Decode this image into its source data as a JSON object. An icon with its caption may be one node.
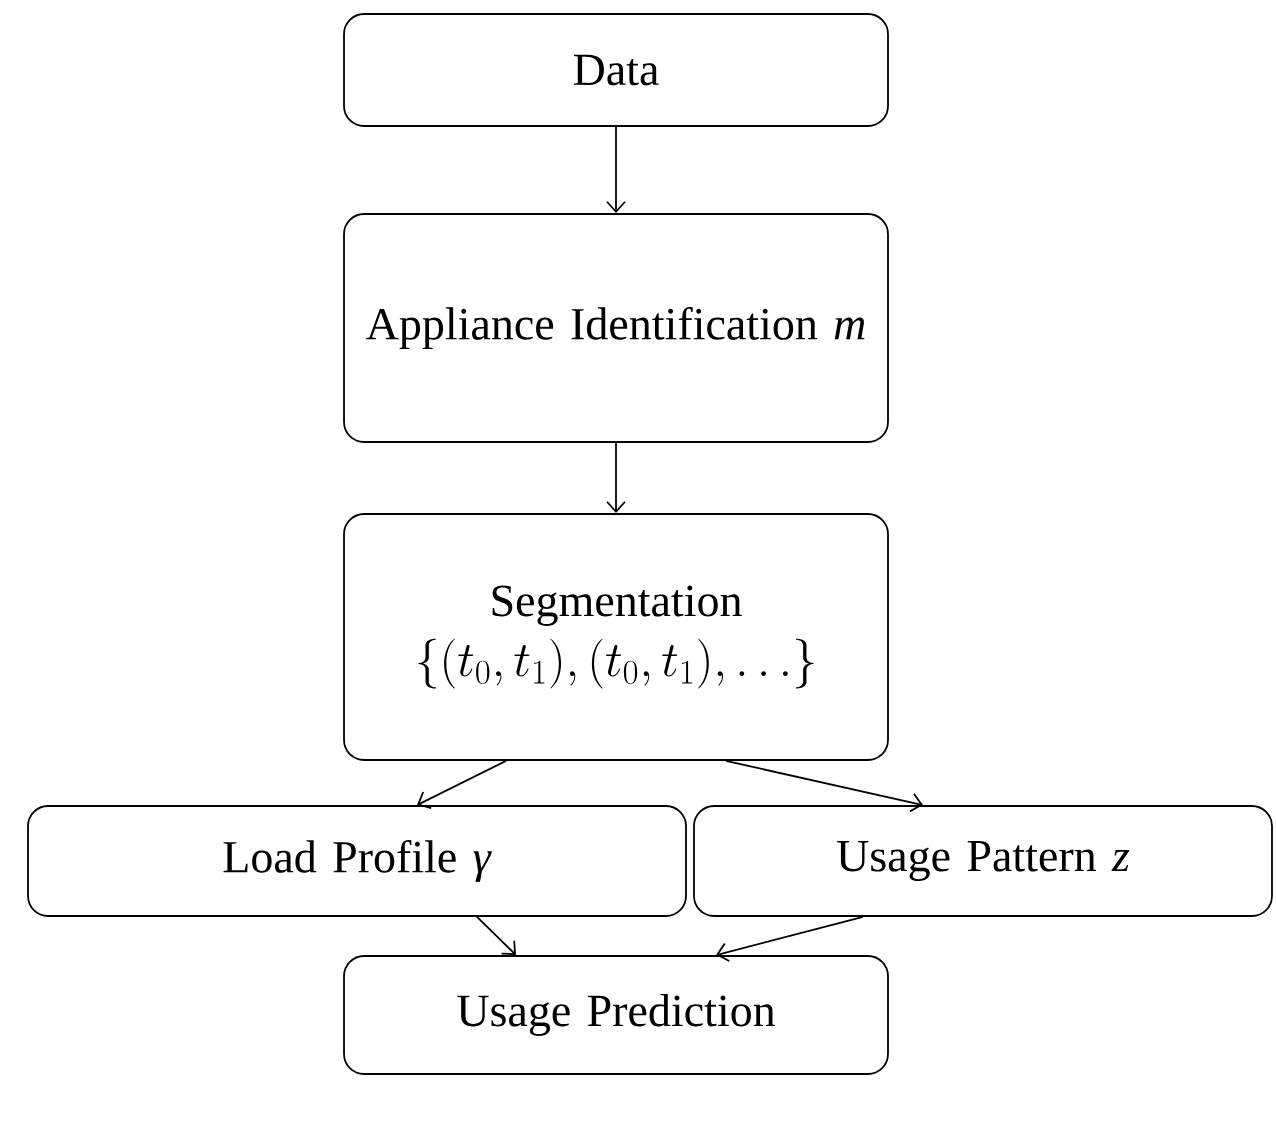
{
  "diagram": {
    "nodes": [
      {
        "text": [
          "Data"
        ]
      },
      {
        "text": [
          "Appliance Identification *m*"
        ]
      },
      {
        "text": [
          "Segmentation",
          "\\{(t_0,t_1),(t_0,t_1),\\dots\\}"
        ]
      },
      {
        "text": [
          "Load Profile *γ*"
        ]
      },
      {
        "text": [
          "Usage Pattern *z*"
        ]
      },
      {
        "text": [
          "Usage Prediction"
        ]
      }
    ],
    "edges": [
      {
        "from": 0,
        "to": 1,
        "arrow": "to"
      },
      {
        "from": 1,
        "to": 2,
        "arrow": "to"
      },
      {
        "from": 2,
        "to": 3,
        "arrow": "to"
      },
      {
        "from": 2,
        "to": 4,
        "arrow": "to"
      },
      {
        "from": 3,
        "to": 5,
        "arrow": "to"
      },
      {
        "from": 4,
        "to": 5,
        "arrow": "to"
      }
    ]
  }
}
